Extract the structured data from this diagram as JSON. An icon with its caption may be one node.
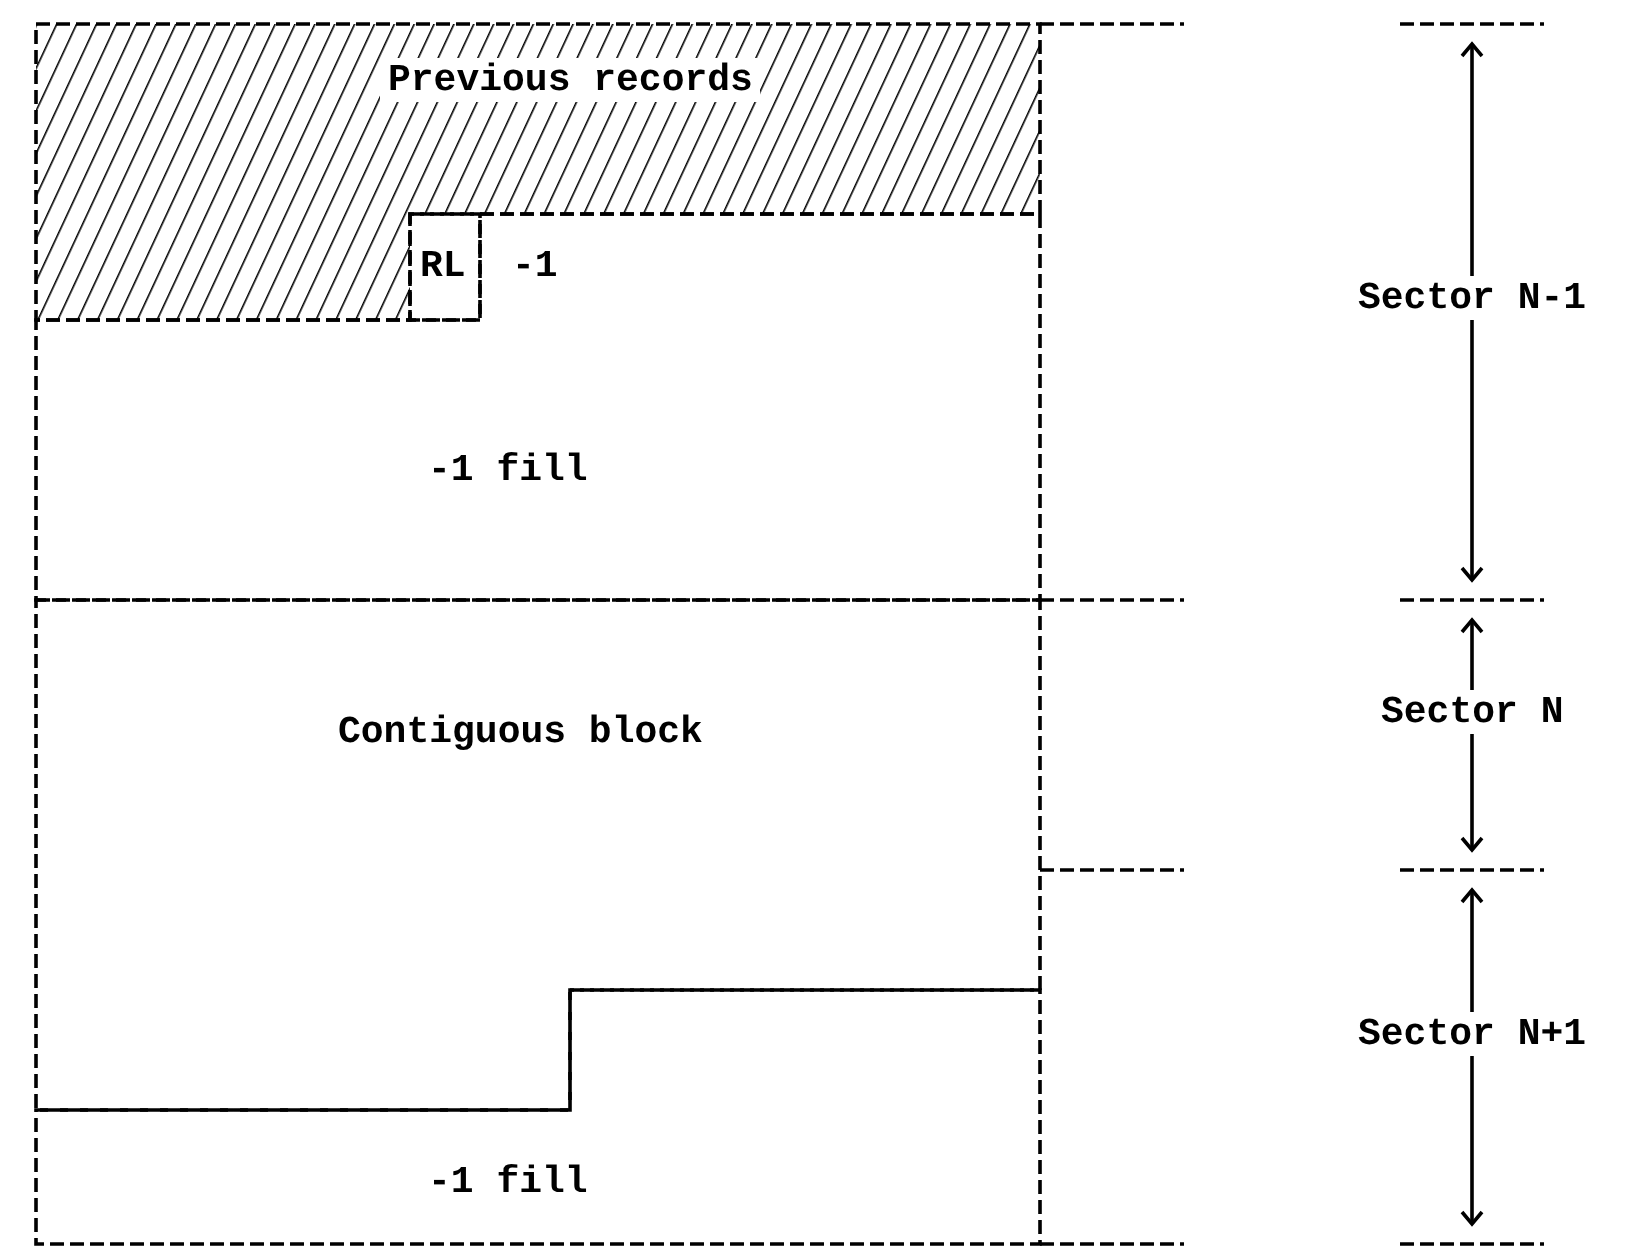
{
  "diagram": {
    "nodes": [
      {
        "text": [
          "Previous records"
        ]
      },
      {
        "text": [
          "RL"
        ]
      },
      {
        "text": [
          "-1",
          "-1 fill"
        ]
      },
      {
        "text": [
          "Contiguous block"
        ]
      },
      {
        "text": [
          "-1 fill"
        ]
      }
    ],
    "labels": [
      "Sector N-1",
      "Sector N",
      "Sector N+1"
    ]
  }
}
